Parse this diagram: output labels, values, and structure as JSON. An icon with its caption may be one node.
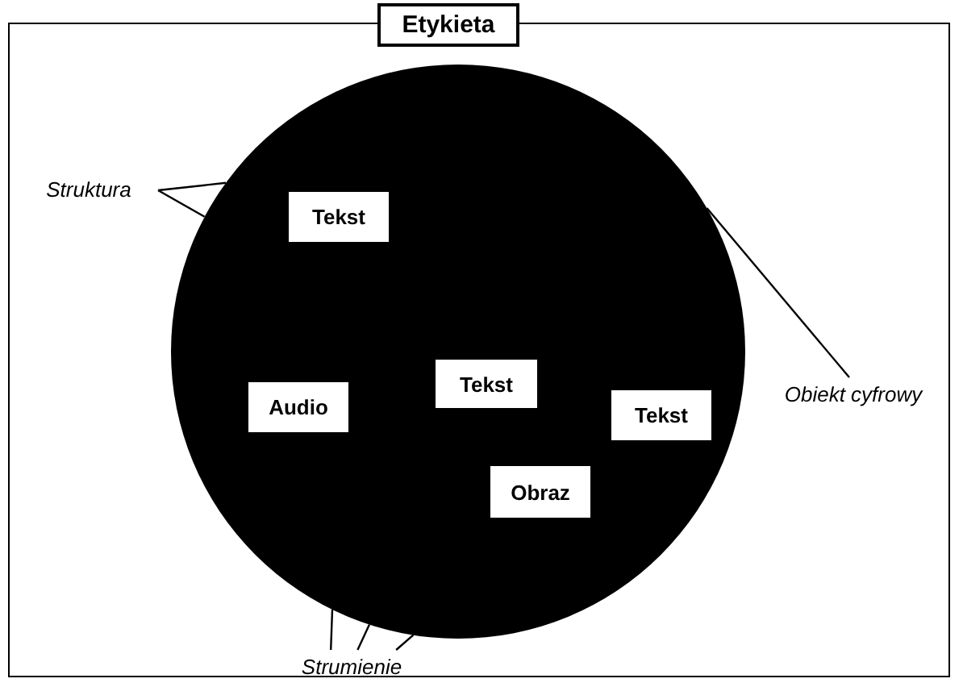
{
  "diagram": {
    "nodes": [
      {
        "text": [],
        "shape": "circle"
      },
      {
        "text": [
          "Etykieta"
        ]
      },
      {
        "text": [
          "Struktura"
        ]
      },
      {
        "text": [
          "Tekst"
        ],
        "in": 0
      },
      {
        "text": [
          "Obiekt cyfrowy"
        ]
      },
      {
        "text": [
          "Audio"
        ],
        "in": 0
      },
      {
        "text": [
          "Tekst"
        ],
        "in": 0
      },
      {
        "text": [
          "Tekst"
        ],
        "in": 0
      },
      {
        "text": [
          "Obraz"
        ],
        "in": 0
      },
      {
        "text": [
          "Strumienie"
        ]
      }
    ],
    "edges": [
      {
        "from": 2,
        "to": 0,
        "arrow": "none"
      },
      {
        "from": 2,
        "to": 0,
        "arrow": "none"
      },
      {
        "from": 4,
        "to": 0,
        "arrow": "none"
      },
      {
        "from": 9,
        "to": 0,
        "arrow": "none"
      },
      {
        "from": 9,
        "to": 0,
        "arrow": "none"
      },
      {
        "from": 9,
        "to": 0,
        "arrow": "none"
      }
    ]
  }
}
